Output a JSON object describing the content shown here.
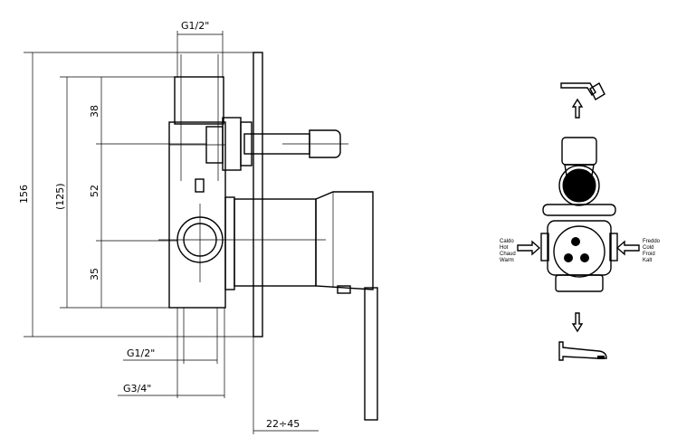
{
  "dimensions": {
    "top_thread": "G1/2\"",
    "total_height": "156",
    "body_height": "(125)",
    "upper_spacing": "38",
    "middle_spacing": "52",
    "lower_spacing": "35",
    "bottom_thread_small": "G1/2\"",
    "bottom_thread_large": "G3/4\"",
    "depth_range": "22÷45"
  },
  "flow_labels": {
    "hot": [
      "Caldo",
      "Hot",
      "Chaud",
      "Warm"
    ],
    "cold": [
      "Freddo",
      "Cold",
      "Froid",
      "Kalt"
    ]
  },
  "icons": {
    "top_outlet": "shower-head-icon",
    "bottom_outlet": "bath-spout-icon"
  }
}
